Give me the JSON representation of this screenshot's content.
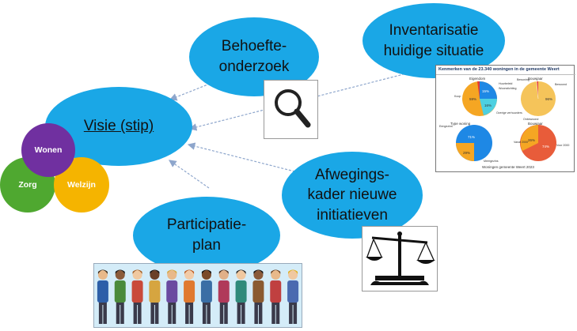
{
  "center": {
    "label": "Visie (stip)"
  },
  "themes": [
    {
      "id": "wonen",
      "label": "Wonen",
      "color": "#7030a0"
    },
    {
      "id": "zorg",
      "label": "Zorg",
      "color": "#4fa830"
    },
    {
      "id": "welzijn",
      "label": "Welzijn",
      "color": "#f5b400"
    }
  ],
  "nodes": {
    "behoefteonderzoek": "Behoefte-\nonderzoek",
    "inventarisatie": "Inventarisatie\nhuidige situatie",
    "afwegingskader": "Afwegings-\nkader nieuwe\ninitiatieven",
    "participatieplan": "Participatie-\nplan"
  },
  "inventory_chart": {
    "title": "Kenmerken van de 23.340 woningen in de gemeente Weert",
    "link": "",
    "subtitles": [
      "Eigendom",
      "Bouwjaar",
      "Type woning",
      "Bouwjaar"
    ],
    "footer": "Woningen gemeente Weert 2023",
    "slice_labels": {
      "p1": [
        "Koop",
        "Huurbeleid",
        "Woonstichting",
        "Overige verhuurders"
      ],
      "p2": [
        "Bewoning",
        "Bewoond",
        "Onbewoond"
      ],
      "p3": [
        "Eengezins",
        "Meergezins"
      ],
      "p4": [
        "Vanaf 2000",
        "Voor 2000"
      ]
    }
  }
}
